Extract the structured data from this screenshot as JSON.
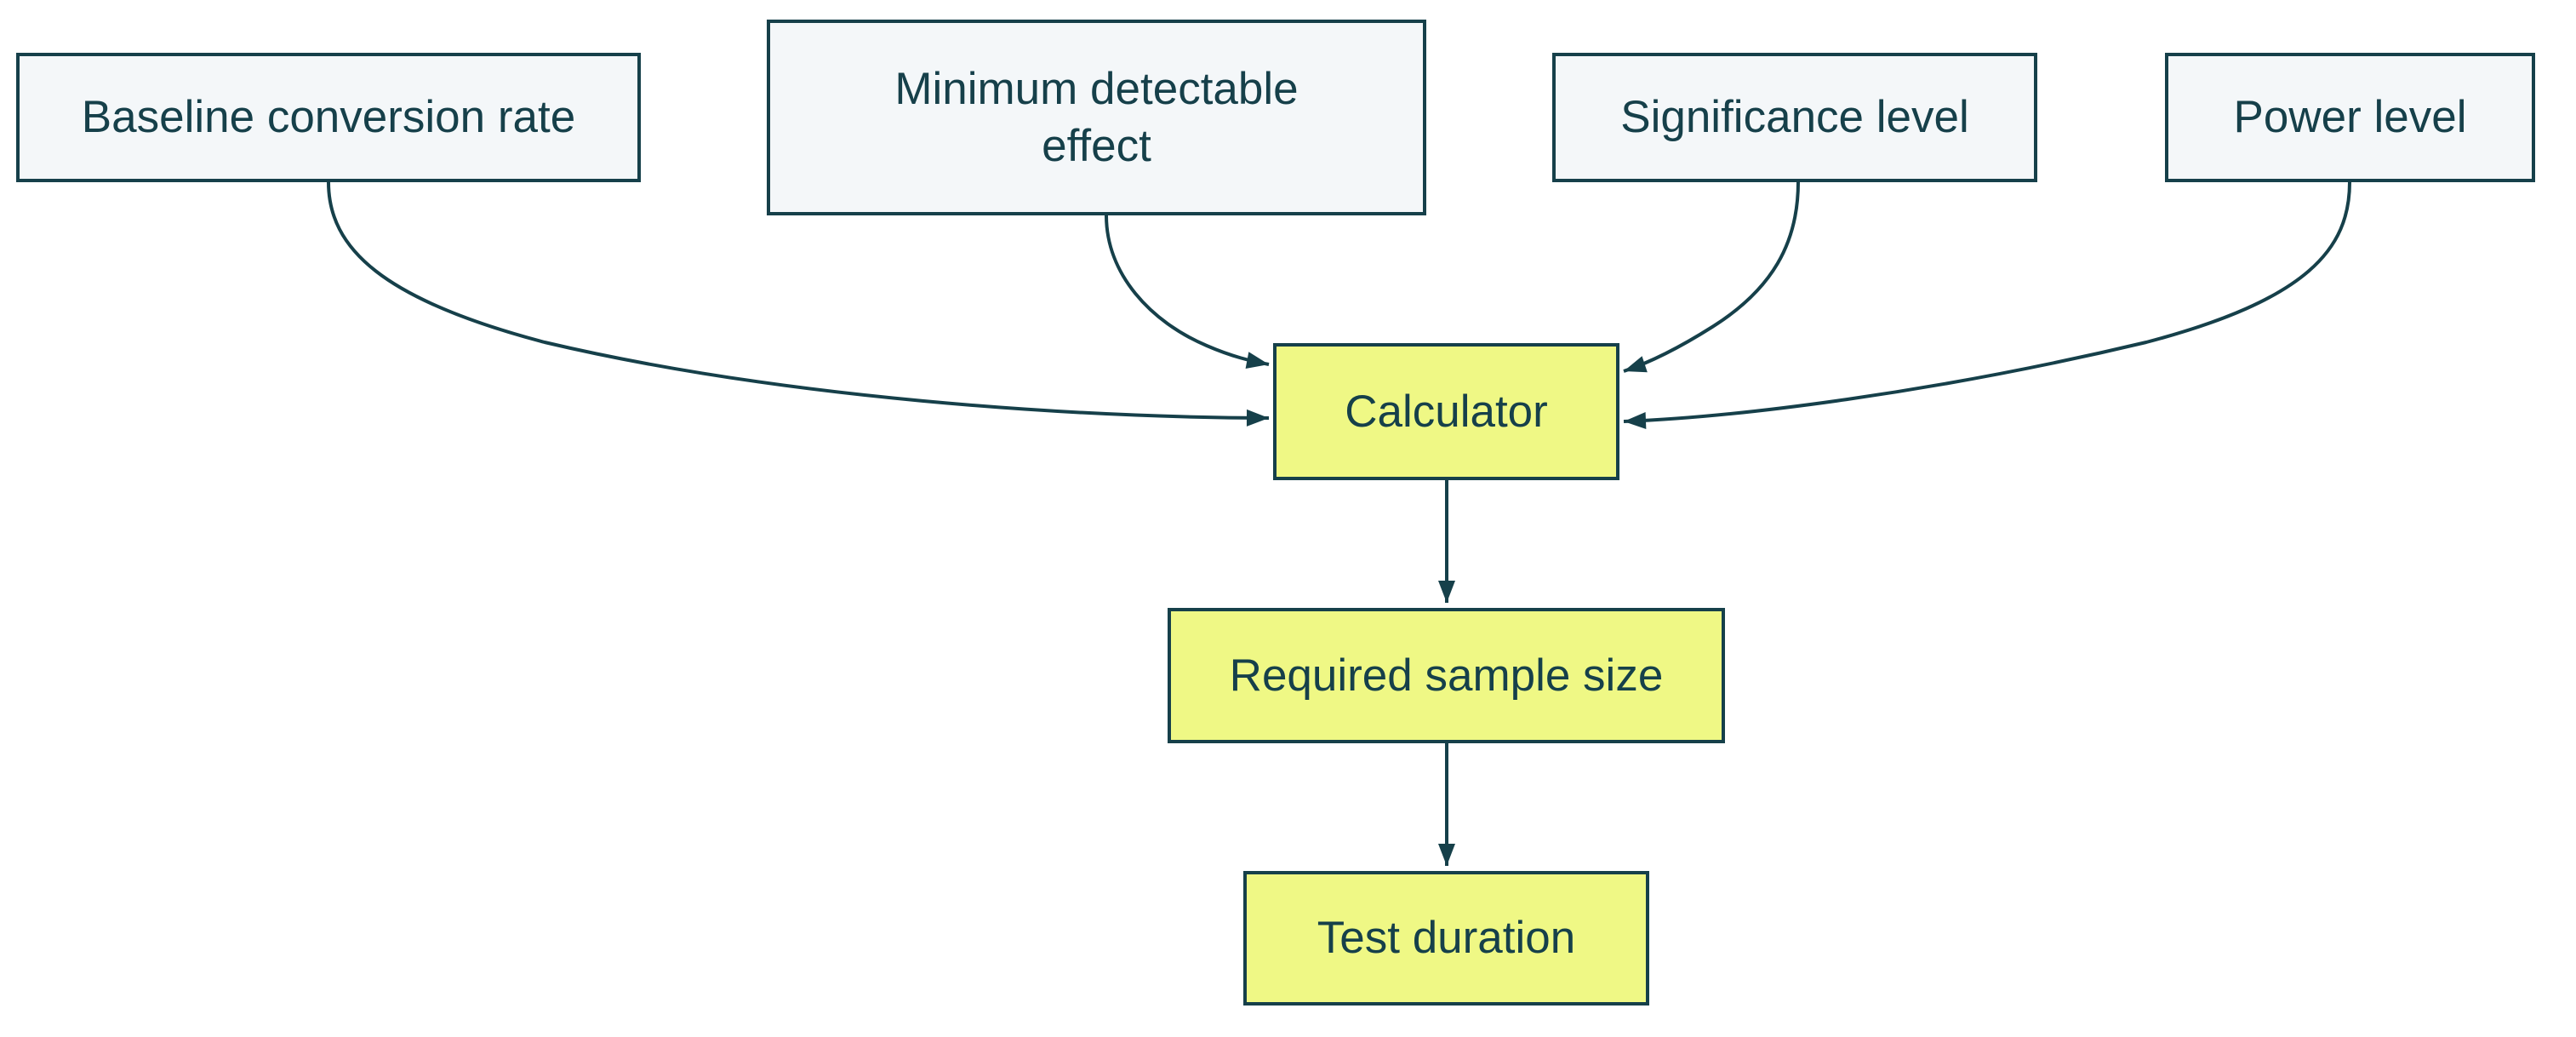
{
  "diagram": {
    "type": "flowchart",
    "direction": "top-down",
    "colors": {
      "background": "#ffffff",
      "stroke_and_text": "#16404a",
      "input_node_fill": "#f4f7f9",
      "result_node_fill": "#eff885"
    },
    "nodes": [
      {
        "id": "baseline",
        "label": "Baseline conversion rate",
        "role": "input"
      },
      {
        "id": "mde",
        "label": "Minimum detectable effect",
        "role": "input"
      },
      {
        "id": "significance",
        "label": "Significance level",
        "role": "input"
      },
      {
        "id": "power",
        "label": "Power level",
        "role": "input"
      },
      {
        "id": "calculator",
        "label": "Calculator",
        "role": "process"
      },
      {
        "id": "sample",
        "label": "Required sample size",
        "role": "output"
      },
      {
        "id": "duration",
        "label": "Test duration",
        "role": "output"
      }
    ],
    "edges": [
      {
        "from": "baseline",
        "to": "calculator",
        "arrow": "triangle"
      },
      {
        "from": "mde",
        "to": "calculator",
        "arrow": "triangle"
      },
      {
        "from": "significance",
        "to": "calculator",
        "arrow": "triangle"
      },
      {
        "from": "power",
        "to": "calculator",
        "arrow": "triangle"
      },
      {
        "from": "calculator",
        "to": "sample",
        "arrow": "triangle"
      },
      {
        "from": "sample",
        "to": "duration",
        "arrow": "triangle"
      }
    ]
  }
}
